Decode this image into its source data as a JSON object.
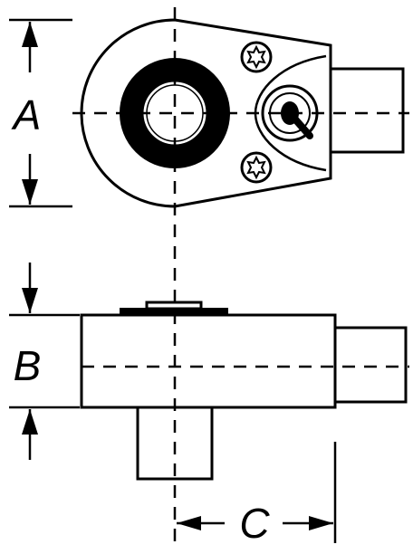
{
  "diagram": {
    "dimension_labels": {
      "a": "A",
      "b": "B",
      "c": "C"
    },
    "colors": {
      "line": "#000000",
      "background": "#ffffff",
      "ring_fill": "#000000"
    }
  }
}
